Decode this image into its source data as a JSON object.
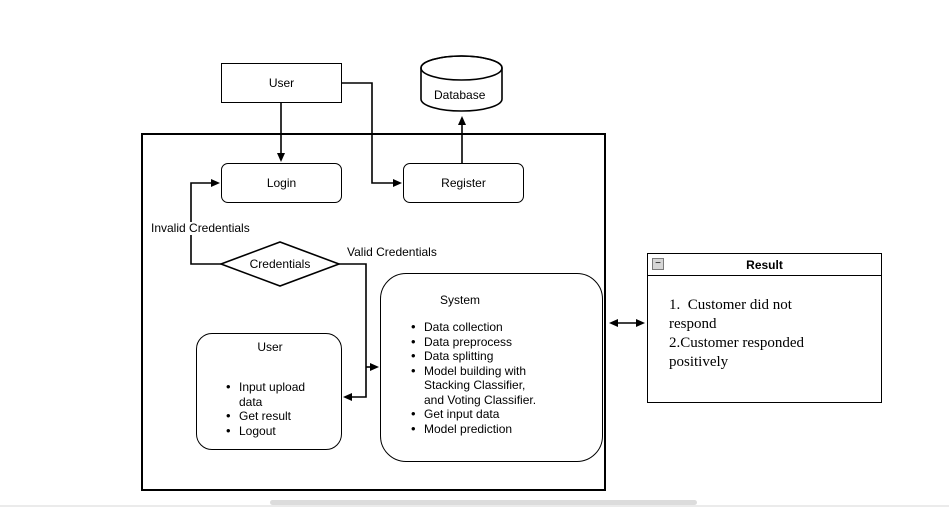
{
  "colors": {
    "stroke": "#000000",
    "background": "#ffffff",
    "scrollbar": "#dcdcdc"
  },
  "nodes": {
    "user_top": {
      "label": "User"
    },
    "database": {
      "label": "Database"
    },
    "login": {
      "label": "Login"
    },
    "register": {
      "label": "Register"
    },
    "credentials_decision": {
      "label": "Credentials"
    }
  },
  "edge_labels": {
    "invalid": "Invalid Credentials",
    "valid": "Valid Credentials"
  },
  "user_panel": {
    "title": "User",
    "bullets": [
      "Input upload data",
      "Get result",
      "Logout"
    ]
  },
  "system_panel": {
    "title": "System",
    "bullets": [
      "Data collection",
      "Data preprocess",
      "Data splitting",
      "Model building with Stacking Classifier, and Voting Classifier.",
      "Get input data",
      "Model prediction"
    ]
  },
  "result_window": {
    "title": "Result",
    "collapse_icon": "−",
    "lines": [
      "1.  Customer did not respond",
      "2.Customer responded positively"
    ]
  }
}
